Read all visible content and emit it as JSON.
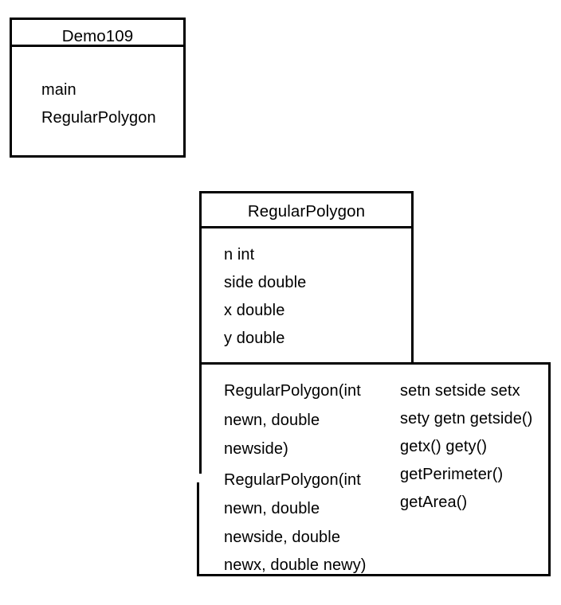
{
  "diagram": {
    "type": "uml-class-diagram",
    "background_color": "#ffffff",
    "line_color": "#000000",
    "text_color": "#000000"
  },
  "classes": [
    {
      "id": "demo109",
      "name": "Demo109",
      "members": [
        "main",
        "RegularPolygon"
      ]
    },
    {
      "id": "regularpolygon",
      "name": "RegularPolygon",
      "attributes": [
        "n int",
        "side double",
        "x double",
        "y double"
      ],
      "methods_left": [
        "RegularPolygon(int",
        "newn, double",
        "newside)",
        "RegularPolygon(int",
        "newn, double",
        "newside, double",
        "newx, double newy)"
      ],
      "methods_right": [
        "setn  setside setx",
        "sety getn getside()",
        "getx() gety()",
        "getPerimeter()",
        " getArea()"
      ]
    }
  ]
}
